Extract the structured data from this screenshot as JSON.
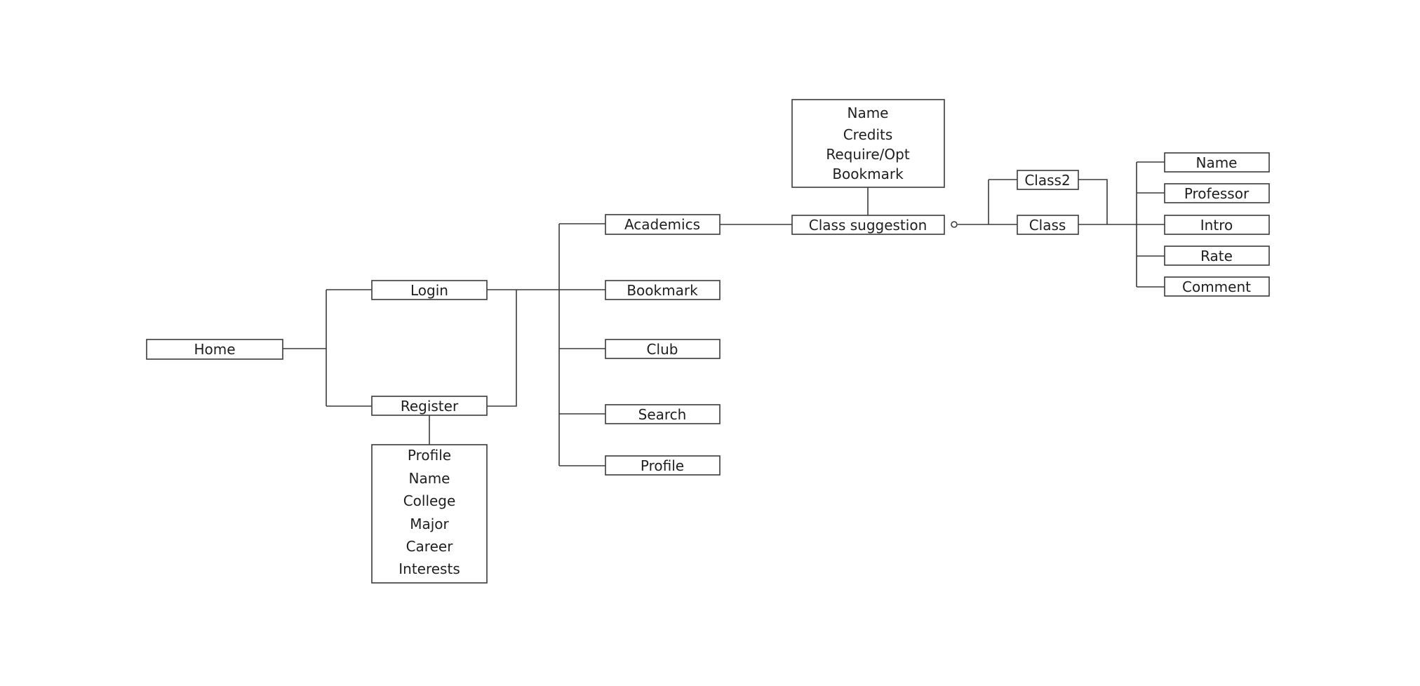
{
  "nodes": {
    "home": "Home",
    "login": "Login",
    "register": "Register",
    "register_profile": [
      "Profile",
      "Name",
      "College",
      "Major",
      "Career",
      "Interests"
    ],
    "academics": "Academics",
    "bookmark": "Bookmark",
    "club": "Club",
    "search": "Search",
    "profile": "Profile",
    "class_suggestion": "Class suggestion",
    "class_details": [
      "Name",
      "Credits",
      "Require/Opt",
      "Bookmark"
    ],
    "class2": "Class2",
    "class": "Class",
    "class_fields": [
      "Name",
      "Professor",
      "Intro",
      "Rate",
      "Comment"
    ]
  }
}
